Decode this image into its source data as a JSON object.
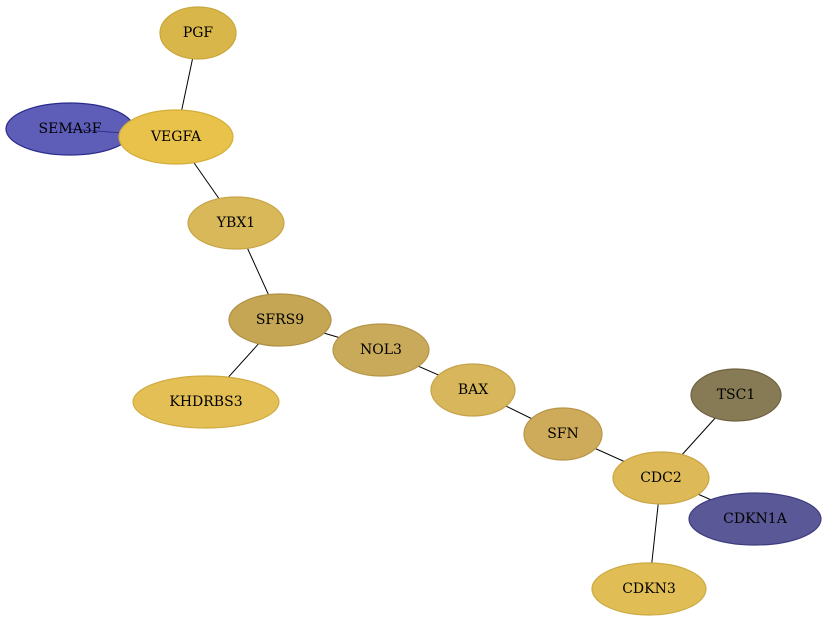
{
  "diagram": {
    "type": "network",
    "nodes": [
      {
        "id": "PGF",
        "label": "PGF",
        "fill": "#d9b649",
        "stroke": "#c9a73d"
      },
      {
        "id": "VEGFA",
        "label": "VEGFA",
        "fill": "#e8c24a",
        "stroke": "#d4ae39"
      },
      {
        "id": "SEMA3F",
        "label": "SEMA3F",
        "fill": "#3b3aa8",
        "stroke": "#2a2a8c",
        "opacity": 0.82
      },
      {
        "id": "YBX1",
        "label": "YBX1",
        "fill": "#d9b85a",
        "stroke": "#c7a548"
      },
      {
        "id": "SFRS9",
        "label": "SFRS9",
        "fill": "#c4a655",
        "stroke": "#ae9145"
      },
      {
        "id": "KHDRBS3",
        "label": "KHDRBS3",
        "fill": "#e3bf55",
        "stroke": "#cfab43"
      },
      {
        "id": "NOL3",
        "label": "NOL3",
        "fill": "#c9a95a",
        "stroke": "#b59548"
      },
      {
        "id": "BAX",
        "label": "BAX",
        "fill": "#d8b65c",
        "stroke": "#c4a24a"
      },
      {
        "id": "SFN",
        "label": "SFN",
        "fill": "#cdab5a",
        "stroke": "#b89648"
      },
      {
        "id": "CDC2",
        "label": "CDC2",
        "fill": "#ddb957",
        "stroke": "#c9a545"
      },
      {
        "id": "TSC1",
        "label": "TSC1",
        "fill": "#877b55",
        "stroke": "#6e6340"
      },
      {
        "id": "CDKN1A",
        "label": "CDKN1A",
        "fill": "#5a5896",
        "stroke": "#3e3c7e"
      },
      {
        "id": "CDKN3",
        "label": "CDKN3",
        "fill": "#e0bd55",
        "stroke": "#ccaa44"
      }
    ],
    "edges": [
      {
        "source": "PGF",
        "target": "VEGFA"
      },
      {
        "source": "VEGFA",
        "target": "SEMA3F"
      },
      {
        "source": "VEGFA",
        "target": "YBX1"
      },
      {
        "source": "YBX1",
        "target": "SFRS9"
      },
      {
        "source": "SFRS9",
        "target": "KHDRBS3"
      },
      {
        "source": "SFRS9",
        "target": "NOL3"
      },
      {
        "source": "NOL3",
        "target": "BAX"
      },
      {
        "source": "BAX",
        "target": "SFN"
      },
      {
        "source": "SFN",
        "target": "CDC2"
      },
      {
        "source": "CDC2",
        "target": "TSC1"
      },
      {
        "source": "CDC2",
        "target": "CDKN1A"
      },
      {
        "source": "CDC2",
        "target": "CDKN3"
      }
    ]
  }
}
